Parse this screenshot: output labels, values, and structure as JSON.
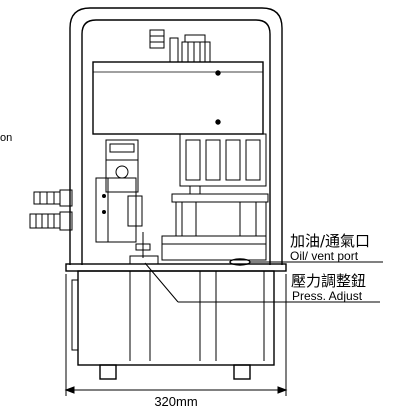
{
  "labels": {
    "left_fragment": "on",
    "oil_port_cn": "加油/通氣口",
    "oil_port_en": "Oil/ vent port",
    "press_adjust_cn": "壓力調整鈕",
    "press_adjust_en": "Press. Adjust",
    "width_dimension": "320mm"
  }
}
